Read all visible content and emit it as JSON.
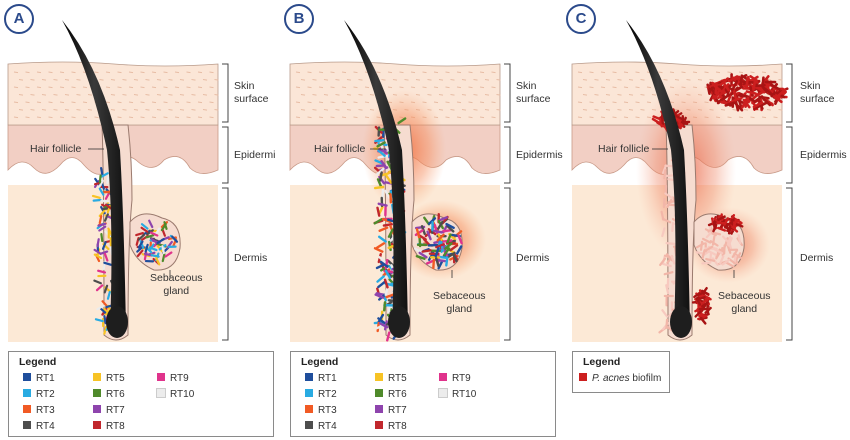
{
  "panels": [
    {
      "badge": "A",
      "labels": {
        "skin_surface": "Skin\nsurface",
        "epidermis": "Epidermi",
        "dermis": "Dermis",
        "hair_follicle": "Hair follicle",
        "sebaceous_gland": "Sebaceous\ngland"
      }
    },
    {
      "badge": "B",
      "labels": {
        "skin_surface": "Skin\nsurface",
        "epidermis": "Epidermis",
        "dermis": "Dermis",
        "hair_follicle": "Hair follicle",
        "sebaceous_gland": "Sebaceous\ngland"
      }
    },
    {
      "badge": "C",
      "labels": {
        "skin_surface": "Skin\nsurface",
        "epidermis": "Epidermis",
        "dermis": "Dermis",
        "hair_follicle": "Hair follicle",
        "sebaceous_gland": "Sebaceous\ngland"
      }
    }
  ],
  "legend_rt": {
    "title": "Legend",
    "items": [
      {
        "label": "RT1",
        "color": "#1f4e9c"
      },
      {
        "label": "RT2",
        "color": "#29abe2"
      },
      {
        "label": "RT3",
        "color": "#f15a24"
      },
      {
        "label": "RT4",
        "color": "#4d4d4d"
      },
      {
        "label": "RT5",
        "color": "#f7c325"
      },
      {
        "label": "RT6",
        "color": "#4f8a2b"
      },
      {
        "label": "RT7",
        "color": "#8e44ad"
      },
      {
        "label": "RT8",
        "color": "#c1272d"
      },
      {
        "label": "RT9",
        "color": "#e0338c"
      },
      {
        "label": "RT10",
        "color": "#ececec"
      }
    ]
  },
  "legend_c": {
    "title": "Legend",
    "item": {
      "italic": "P. acnes",
      "text": " biofilm",
      "color": "#cc1f1f"
    }
  },
  "colors": {
    "surface_fill": "#fbe6d7",
    "epidermis_fill": "#f2cfc4",
    "dermis_fill": "#fce9d6",
    "hair": "#1e1e1e",
    "follicle_fill": "#f6dcd0",
    "inflammation": "#f26b3a",
    "biofilm": "#cc1f1f",
    "badge": "#2b4a8b"
  }
}
